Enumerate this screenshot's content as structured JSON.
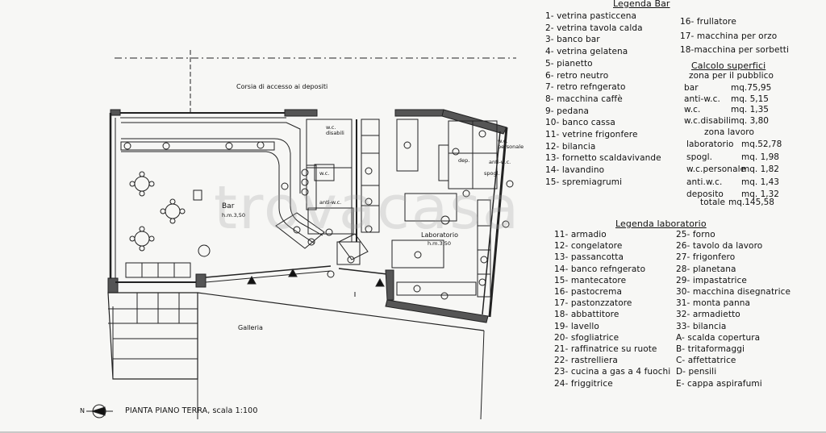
{
  "legend_bar": {
    "title": "Legenda Bar",
    "col1": [
      "1- vetrina pasticcena",
      "2- vetrina tavola calda",
      "3- banco bar",
      "4- vetrina gelatena",
      "5- pianetto",
      "6- retro neutro",
      "7- retro refngerato",
      "8- macchina caffè",
      "9- pedana",
      "10- banco cassa",
      "11- vetrine frigonfere",
      "12- bilancia",
      "13- fornetto scaldavivande",
      "14- lavandino",
      "15- spremiagrumi"
    ],
    "col2": [
      "16- frullatore",
      "17- macchina per orzo",
      "18-macchina per sorbetti"
    ]
  },
  "superfici": {
    "title": "Calcolo superfici",
    "sub1": "zona per il pubblico",
    "rows1": [
      {
        "label": "bar",
        "value": "mq.75,95"
      },
      {
        "label": "anti-w.c.",
        "value": "mq.  5,15"
      },
      {
        "label": "w.c.",
        "value": "mq.  1,35"
      },
      {
        "label": "w.c.disabili",
        "value": "mq.  3,80"
      }
    ],
    "sub2": "zona lavoro",
    "rows2": [
      {
        "label": "laboratorio",
        "value": "mq.52,78"
      },
      {
        "label": "spogl.",
        "value": "mq.  1,98"
      },
      {
        "label": "w.c.personale",
        "value": "mq.  1,82"
      },
      {
        "label": "anti.w.c.",
        "value": "mq.  1,43"
      },
      {
        "label": "deposito",
        "value": "mq.  1,32"
      }
    ],
    "total_label": "totale",
    "total_value": "mq.145,58"
  },
  "legend_lab": {
    "title": "Legenda laboratorio",
    "col1": [
      "11- armadio",
      "12- congelatore",
      "13- passancotta",
      "14- banco refngerato",
      "15- mantecatore",
      "16- pastocrema",
      "17- pastonzzatore",
      "18- abbattitore",
      "19- lavello",
      "20- sfogliatrice",
      "21- raffinatrice su ruote",
      "22- rastrelliera",
      "23- cucina a gas a 4 fuochi",
      "24- friggitrice"
    ],
    "col2": [
      "25- forno",
      "26- tavolo da lavoro",
      "27- frigonfero",
      "28- planetana",
      "29- impastatrice",
      "30- macchina disegnatrice",
      "31- monta panna",
      "32- armadietto",
      "33- bilancia",
      "A- scalda copertura",
      "B- tritaformaggi",
      "C- affettatrice",
      "D- pensili",
      "E- cappa aspirafumi"
    ]
  },
  "plan": {
    "corsia": "Corsia di accesso ai depositi",
    "bar": "Bar",
    "bar_h": "h.m.3,50",
    "lab": "Laboratorio",
    "lab_h": "h.m.3,50",
    "galleria": "Galleria",
    "wc_dis": "w.c. disabili",
    "wc": "w.c.",
    "anti_wc": "anti-w.c.",
    "dep": "dep.",
    "spogl": "spogl.",
    "wc_pers": "w.c. personale",
    "anti_wc2": "anti-w.c."
  },
  "footer": {
    "north": "N",
    "caption": "PIANTA PIANO TERRA, scala 1:100"
  },
  "watermark": "trovacasa"
}
